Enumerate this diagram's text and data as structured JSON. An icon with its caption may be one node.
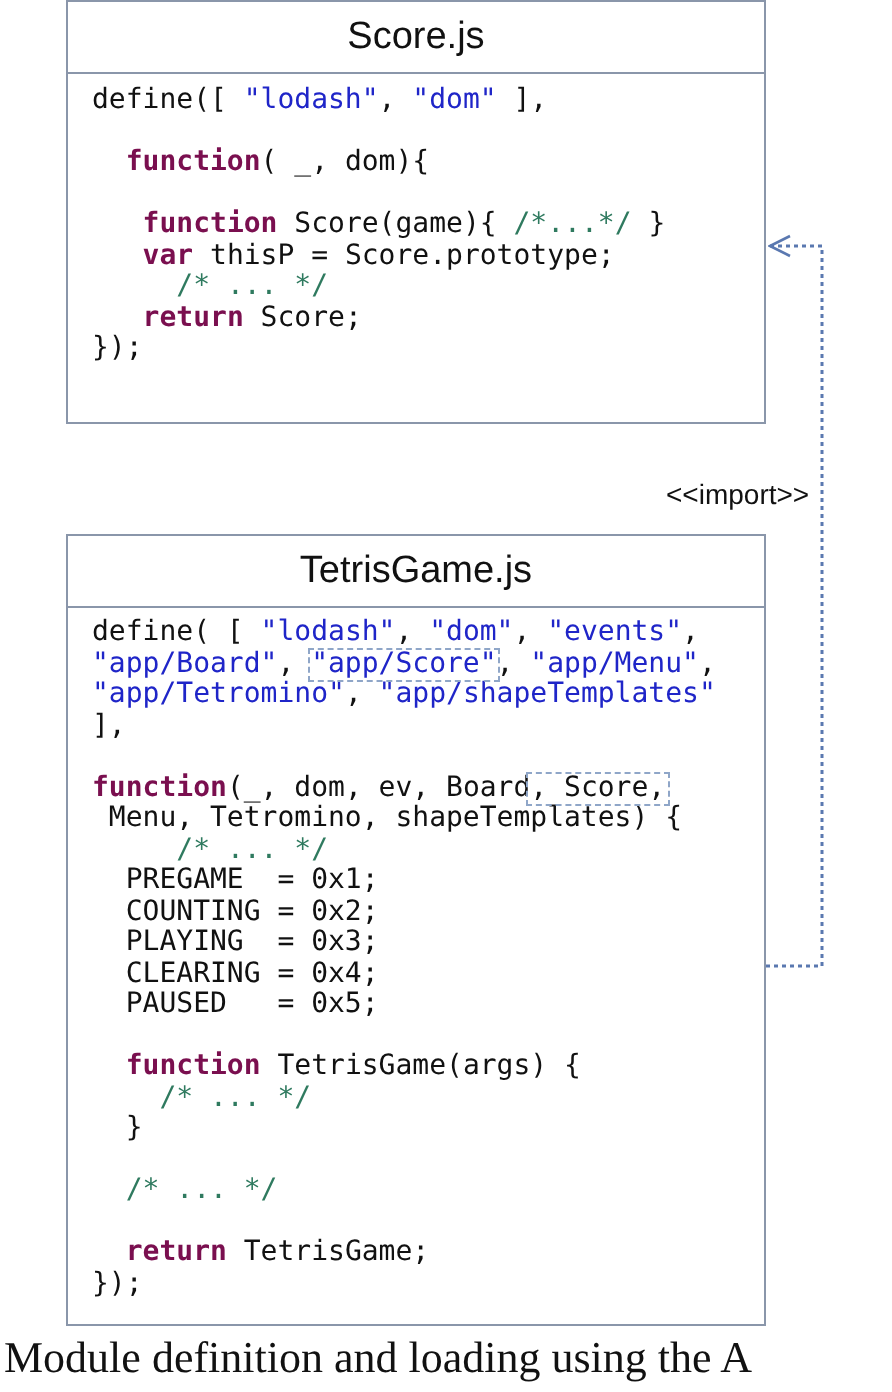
{
  "diagram": {
    "caption": "Module definition and loading using the A",
    "nodes": [
      {
        "text": [
          "Score.js",
          "define([ \"lodash\", \"dom\" ],",
          "  function( _, dom){",
          "   function Score(game){ /*...*/ }",
          "   var thisP = Score.prototype;",
          "     /* ... */",
          "   return Score;",
          "});"
        ]
      },
      {
        "text": [
          "TetrisGame.js",
          "define( [ \"lodash\", \"dom\", \"events\",",
          "\"app/Board\", \"app/Score\", \"app/Menu\",",
          "\"app/Tetromino\", \"app/shapeTemplates\"",
          "],",
          "function(_, dom, ev, Board, Score,",
          " Menu, Tetromino, shapeTemplates) {",
          "     /* ... */",
          "  PREGAME  = 0x1;",
          "  COUNTING = 0x2;",
          "  PLAYING  = 0x3;",
          "  CLEARING = 0x4;",
          "  PAUSED   = 0x5;",
          "  function TetrisGame(args) {",
          "    /* ... */",
          "  }",
          "  /* ... */",
          "  return TetrisGame;",
          "});"
        ]
      }
    ],
    "edges": [
      {
        "from": 1,
        "to": 0,
        "arrow": "to",
        "label": "<<import>>",
        "style": "dashed"
      }
    ]
  }
}
